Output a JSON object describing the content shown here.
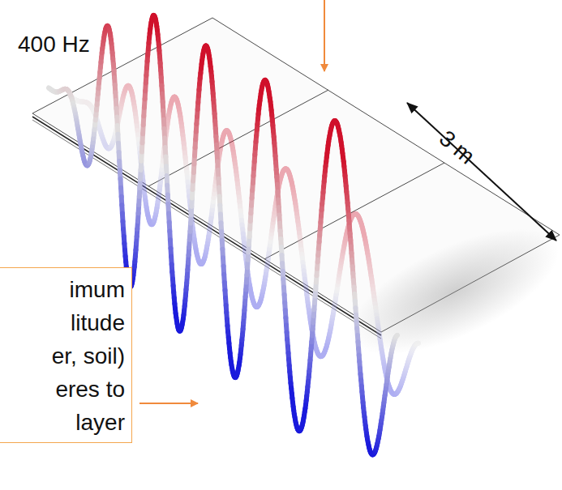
{
  "diagram": {
    "nodes": [
      {
        "text": [
          "imum litude er, soil) eres to layer"
        ]
      }
    ],
    "labels": [
      "400 Hz",
      "3 m"
    ]
  }
}
